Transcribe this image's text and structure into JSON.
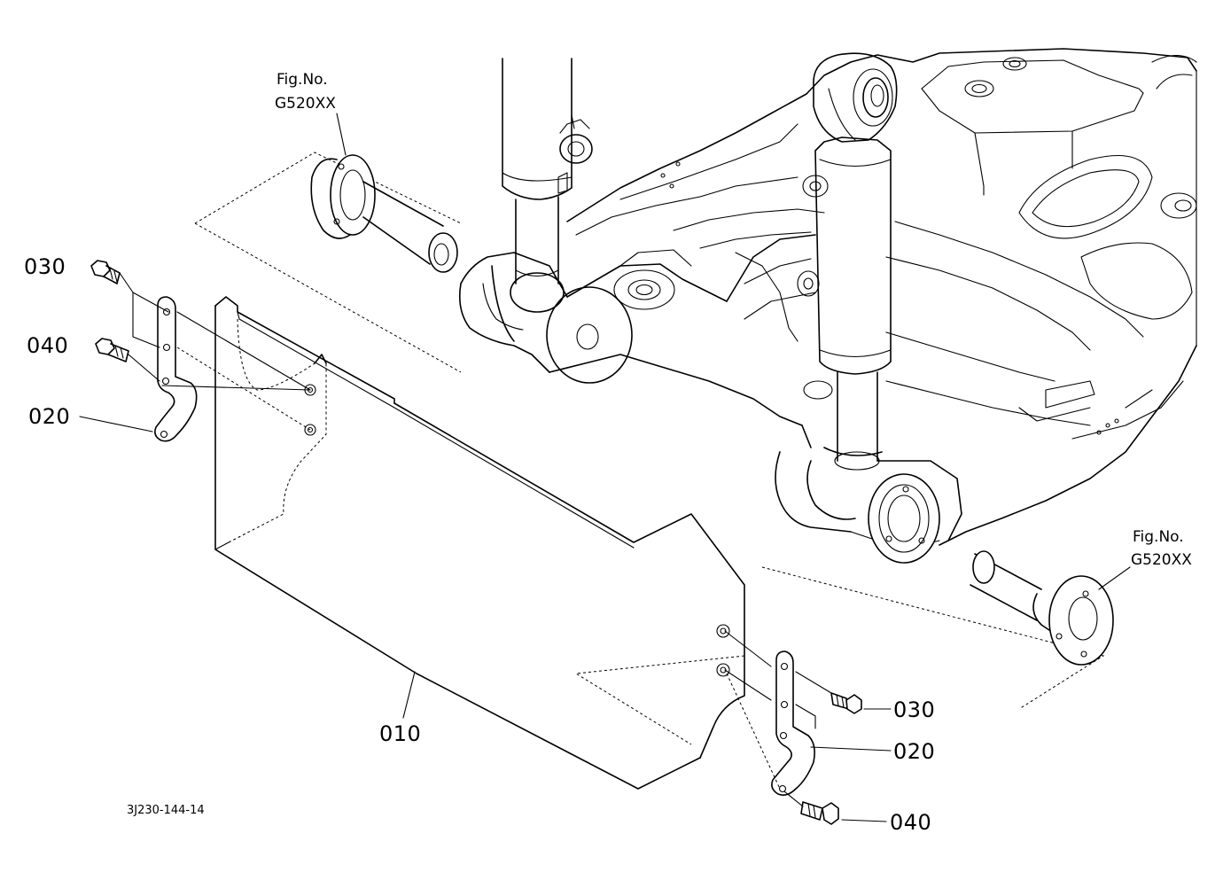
{
  "labels": {
    "part_010": "010",
    "part_020_left": "020",
    "part_020_right": "020",
    "part_030_left": "030",
    "part_030_right": "030",
    "part_040_left": "040",
    "part_040_right": "040",
    "fig_ref_left_line1": "Fig.No.",
    "fig_ref_left_line2": "G520XX",
    "fig_ref_right_line1": "Fig.No.",
    "fig_ref_right_line2": "G520XX",
    "drawing_code": "3J230-144-14"
  }
}
